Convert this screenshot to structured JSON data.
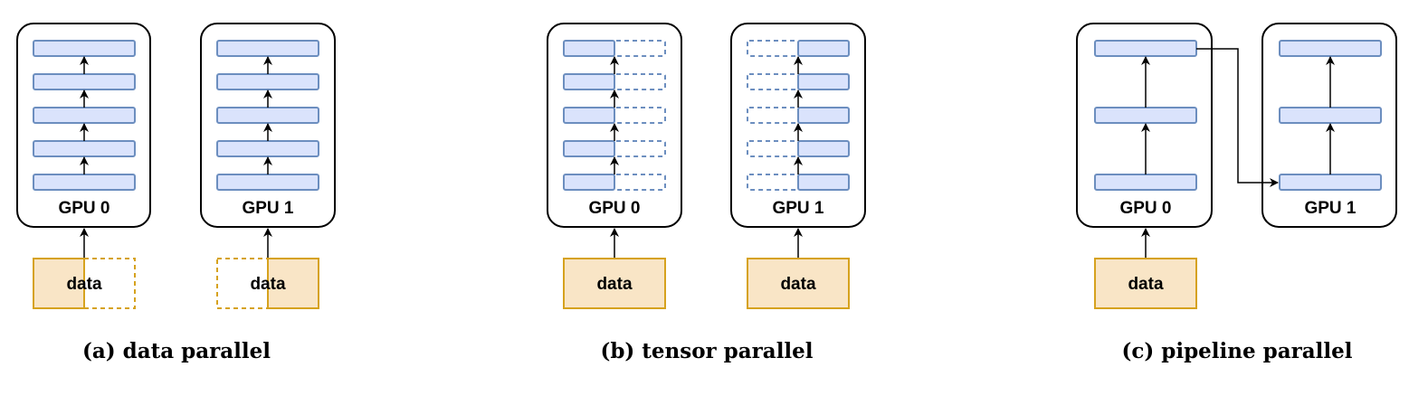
{
  "panels": {
    "a": {
      "caption": "(a) data parallel",
      "gpus": [
        "GPU 0",
        "GPU 1"
      ],
      "data": [
        "data",
        "data"
      ]
    },
    "b": {
      "caption": "(b) tensor parallel",
      "gpus": [
        "GPU 0",
        "GPU 1"
      ],
      "data": [
        "data",
        "data"
      ]
    },
    "c": {
      "caption": "(c) pipeline parallel",
      "gpus": [
        "GPU 0",
        "GPU 1"
      ],
      "data": [
        "data"
      ]
    }
  },
  "colors": {
    "layer_fill": "#dae3fc",
    "layer_stroke": "#6c8ebf",
    "data_fill": "#f9e5c6",
    "data_stroke": "#d6a21e"
  }
}
